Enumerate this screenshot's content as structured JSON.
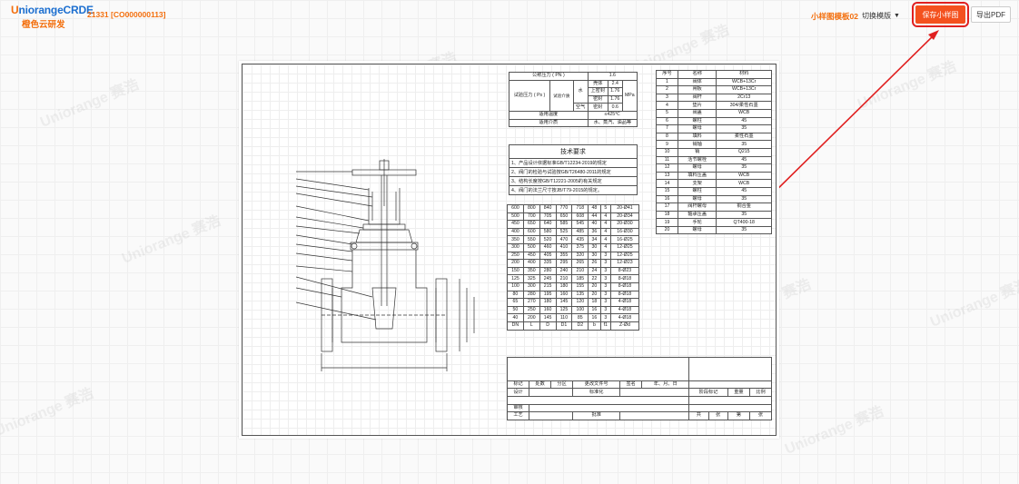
{
  "header": {
    "logo_brand_prefix": "U",
    "logo_brand": "niorangeCRDE",
    "logo_sub": "橙色云研发",
    "project_code": "21331 [CO000000113]",
    "template_name": "小样图模板02",
    "switch_label": "切换模版",
    "save_label": "保存小样图",
    "export_label": "导出PDF"
  },
  "watermark_text": "Uniorange 赛浩",
  "pressure_table": {
    "nominal_label": "公称压力 ( PN )",
    "nominal_value": "1.6",
    "test_label": "试验压力 ( Ps )",
    "test_medium_label": "试验介质",
    "water": "水",
    "air": "空气",
    "rows": [
      [
        "壳体",
        "2.4"
      ],
      [
        "上密封",
        "1.76"
      ],
      [
        "密封",
        "1.76"
      ],
      [
        "密封",
        "0.6"
      ]
    ],
    "unit": "MPa",
    "temp_label": "适用温度",
    "temp_value": "≤425℃",
    "medium_label": "适用介质",
    "medium_value": "水、蒸汽、油品等"
  },
  "tech": {
    "title": "技术要求",
    "items": [
      "1、产品设计依据标准GB/T12234-2019的规定",
      "2、阀门的检验与试验按GB/T26480-2011的规定",
      "3、结构长度按GB/T12221-2005的有关规定",
      "4、阀门的法兰尺寸按JB/T79-2015的规定。"
    ]
  },
  "parts": {
    "headers": [
      "序号",
      "名称",
      "材料"
    ],
    "rows": [
      [
        "1",
        "阀体",
        "WCB+13Cr"
      ],
      [
        "2",
        "闸板",
        "WCB+13Cr"
      ],
      [
        "3",
        "阀杆",
        "2Cr13"
      ],
      [
        "4",
        "垫片",
        "304/柔性石墨"
      ],
      [
        "5",
        "阀盖",
        "WCB"
      ],
      [
        "6",
        "螺柱",
        "45"
      ],
      [
        "7",
        "螺母",
        "35"
      ],
      [
        "8",
        "填料",
        "柔性石墨"
      ],
      [
        "9",
        "销轴",
        "35"
      ],
      [
        "10",
        "销",
        "Q215"
      ],
      [
        "11",
        "活节螺栓",
        "45"
      ],
      [
        "12",
        "螺母",
        "35"
      ],
      [
        "13",
        "填料压盖",
        "WCB"
      ],
      [
        "14",
        "支架",
        "WCB"
      ],
      [
        "15",
        "螺柱",
        "45"
      ],
      [
        "16",
        "螺母",
        "35"
      ],
      [
        "17",
        "阀杆螺母",
        "铜合金"
      ],
      [
        "18",
        "轴承压盖",
        "35"
      ],
      [
        "19",
        "手轮",
        "QT400-18"
      ],
      [
        "20",
        "螺母",
        "35"
      ]
    ]
  },
  "dims": {
    "rows": [
      [
        "600",
        "800",
        "840",
        "770",
        "718",
        "48",
        "5",
        "20-Ø41"
      ],
      [
        "500",
        "700",
        "705",
        "650",
        "608",
        "44",
        "4",
        "20-Ø34"
      ],
      [
        "450",
        "650",
        "640",
        "585",
        "545",
        "40",
        "4",
        "20-Ø30"
      ],
      [
        "400",
        "600",
        "580",
        "525",
        "485",
        "36",
        "4",
        "16-Ø30"
      ],
      [
        "350",
        "550",
        "520",
        "470",
        "435",
        "34",
        "4",
        "16-Ø25"
      ],
      [
        "300",
        "500",
        "460",
        "410",
        "375",
        "30",
        "4",
        "12-Ø25"
      ],
      [
        "250",
        "450",
        "405",
        "355",
        "320",
        "30",
        "3",
        "12-Ø25"
      ],
      [
        "200",
        "400",
        "335",
        "295",
        "265",
        "26",
        "3",
        "12-Ø23"
      ],
      [
        "150",
        "350",
        "280",
        "240",
        "210",
        "24",
        "3",
        "8-Ø23"
      ],
      [
        "125",
        "325",
        "245",
        "210",
        "185",
        "22",
        "3",
        "8-Ø18"
      ],
      [
        "100",
        "300",
        "215",
        "180",
        "155",
        "20",
        "3",
        "8-Ø18"
      ],
      [
        "80",
        "280",
        "195",
        "160",
        "135",
        "20",
        "3",
        "8-Ø18"
      ],
      [
        "65",
        "270",
        "180",
        "145",
        "120",
        "18",
        "3",
        "4-Ø18"
      ],
      [
        "50",
        "250",
        "160",
        "125",
        "100",
        "16",
        "3",
        "4-Ø18"
      ],
      [
        "40",
        "200",
        "145",
        "110",
        "85",
        "16",
        "3",
        "4-Ø18"
      ]
    ],
    "headers": [
      "DN",
      "L",
      "D",
      "D1",
      "D2",
      "b",
      "f1",
      "Z-Ød"
    ]
  },
  "titleblock": {
    "revision_headers": [
      "标记",
      "处数",
      "分区",
      "更改文件号",
      "签名",
      "年、月、日"
    ],
    "design": "设计",
    "standardize": "标准化",
    "stage_mark": "阶段标记",
    "weight": "重量",
    "scale": "比例",
    "review": "审核",
    "process": "工艺",
    "approve": "批准",
    "total": "共",
    "sheets": "张",
    "sheet_no": "第",
    "sheet_suffix": "张"
  }
}
